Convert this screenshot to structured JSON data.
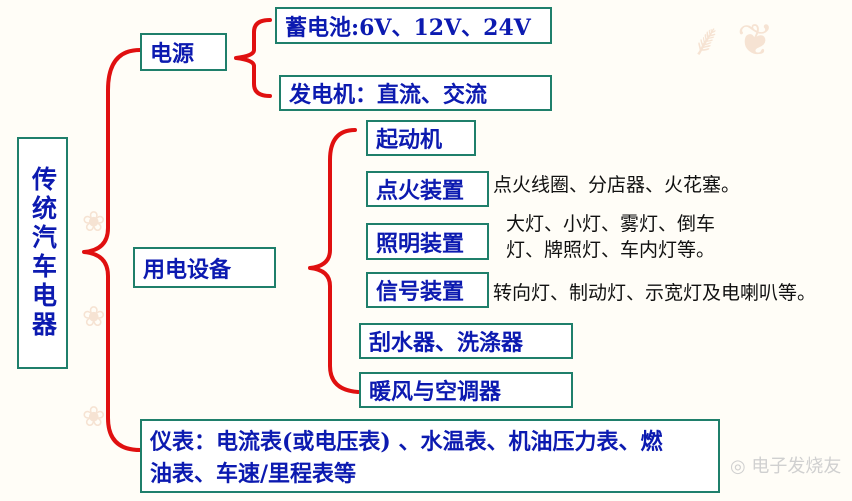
{
  "root": {
    "label": "传统汽车电器"
  },
  "power": {
    "label": "电源",
    "children": [
      "蓄电池:6V、12V、24V",
      "发电机：直流、交流"
    ]
  },
  "devices": {
    "label": "用电设备",
    "children": [
      {
        "label": "起动机",
        "note": ""
      },
      {
        "label": "点火装置",
        "note": "点火线圈、分店器、火花塞。"
      },
      {
        "label": "照明装置",
        "note_lines": [
          "大灯、小灯、雾灯、倒车",
          "灯、牌照灯、车内灯等。"
        ]
      },
      {
        "label": "信号装置",
        "note": "转向灯、制动灯、示宽灯及电喇叭等。"
      },
      {
        "label": "刮水器、洗涤器",
        "note": ""
      },
      {
        "label": "暖风与空调器",
        "note": ""
      }
    ]
  },
  "instruments": {
    "label_lines": [
      "仪表：电流表(或电压表) 、水温表、机油压力表、燃",
      "油表、车速/里程表等"
    ]
  },
  "colors": {
    "brace": "#e01010",
    "border": "#1f7f6b",
    "text": "#0c1ab0"
  }
}
